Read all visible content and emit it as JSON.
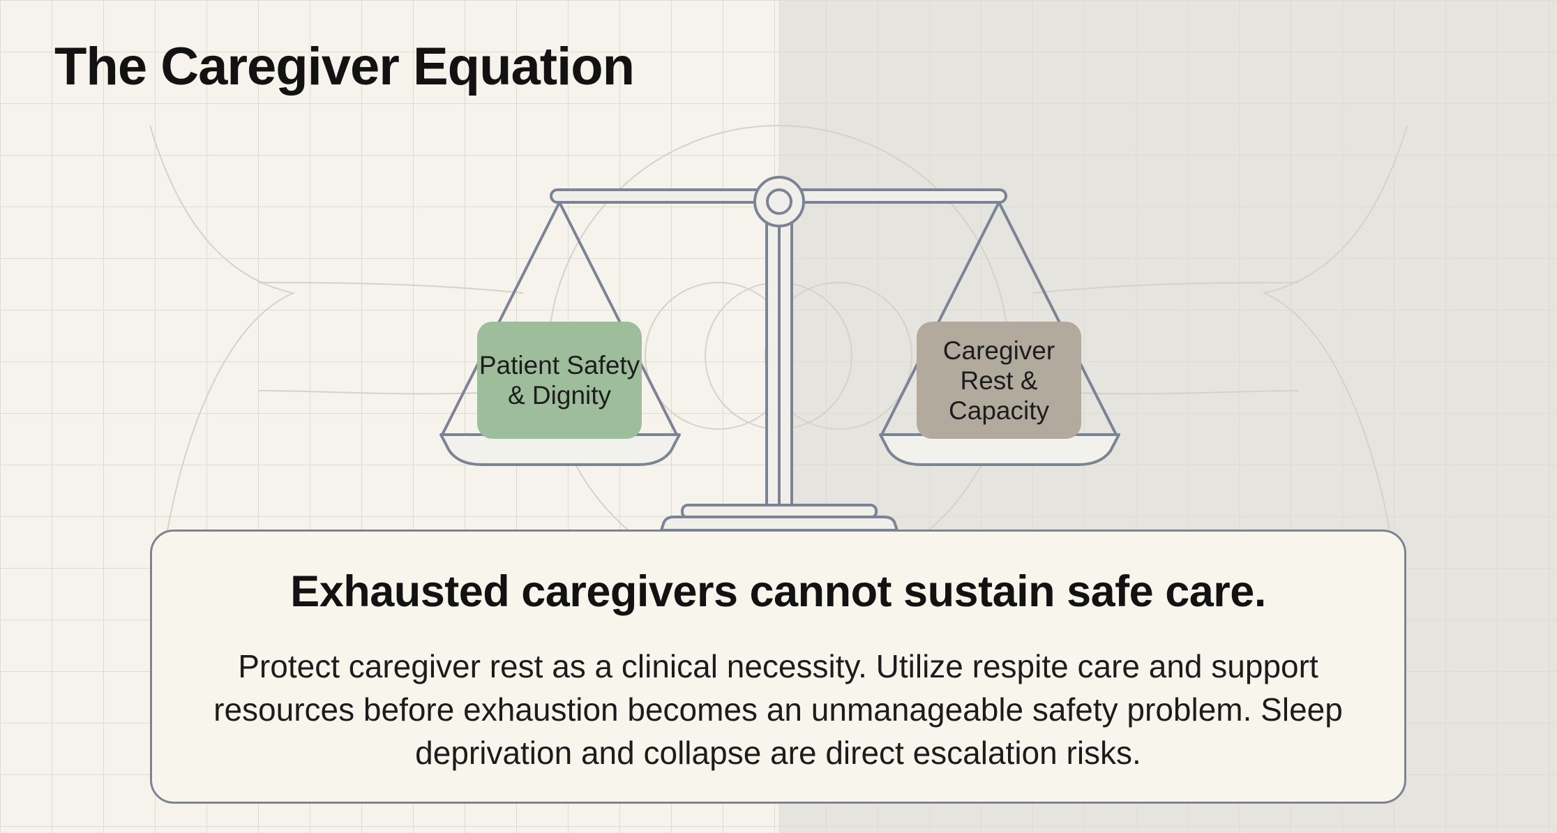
{
  "title": "The Caregiver Equation",
  "scale": {
    "left_pan_label": "Patient Safety & Dignity",
    "right_pan_label": "Caregiver Rest & Capacity"
  },
  "callout": {
    "headline": "Exhausted caregivers cannot sustain safe care.",
    "body": "Protect caregiver rest as a clinical necessity. Utilize respite care and support resources before exhaustion becomes an unmanageable safety problem. Sleep deprivation and collapse are direct escalation risks."
  },
  "colors": {
    "left_pan": "#9dbd9b",
    "right_pan": "#b1aa9d",
    "scale_stroke": "#7a8494",
    "background_left": "#f6f3ec",
    "background_right": "#e5e3dd"
  }
}
